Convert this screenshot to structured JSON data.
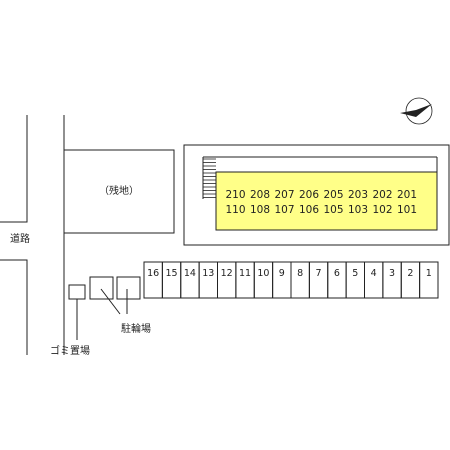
{
  "north_arrow": {
    "icon": "north-arrow-icon"
  },
  "labels": {
    "road": "道路",
    "vacant_lot": "（残地）",
    "bicycle_parking": "駐輪場",
    "garbage_area": "ゴミ置場"
  },
  "building": {
    "fill_color": "#FFFF88",
    "upper_floor_units": [
      "210",
      "208",
      "207",
      "206",
      "205",
      "203",
      "202",
      "201"
    ],
    "lower_floor_units": [
      "110",
      "108",
      "107",
      "106",
      "105",
      "103",
      "102",
      "101"
    ]
  },
  "parking_spaces": [
    "16",
    "15",
    "14",
    "13",
    "12",
    "11",
    "10",
    "9",
    "8",
    "7",
    "6",
    "5",
    "4",
    "3",
    "2",
    "1"
  ]
}
